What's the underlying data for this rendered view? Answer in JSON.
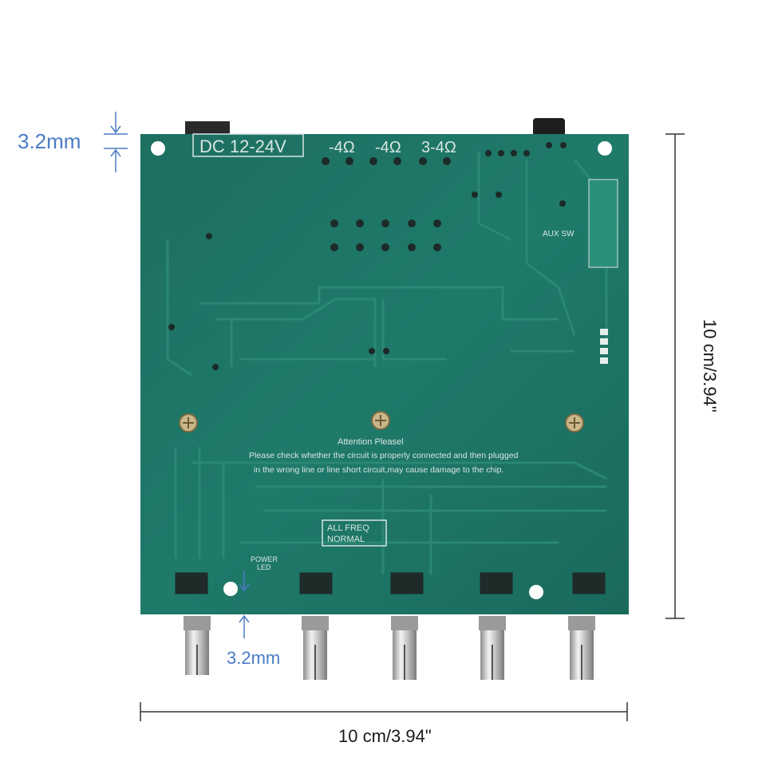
{
  "dimensions": {
    "top_hole_offset": "3.2mm",
    "bottom_hole_offset": "3.2mm",
    "width": "10 cm/3.94\"",
    "height": "10 cm/3.94\""
  },
  "board": {
    "power_label": "DC 12-24V",
    "speaker_labels": [
      "-4Ω",
      "-4Ω",
      "3-4Ω"
    ],
    "aux_label": "AUX SW",
    "notice_title": "Attention Pleasel",
    "notice_line1": "Please check whether the circuit is properly  connected and then plugged",
    "notice_line2": "in the wrong line or line short circuit,may cause damage to the chip.",
    "freq_label_1": "ALL FREQ",
    "freq_label_2": "NORMAL",
    "power_led_label_1": "POWER",
    "power_led_label_2": "LED",
    "colors": {
      "pcb": "#1f7566",
      "trace": "#2a8a78",
      "silkscreen": "#d8e6e2",
      "dimension_blue": "#4a7cc4",
      "dimension_black": "#1a1a1a"
    }
  }
}
